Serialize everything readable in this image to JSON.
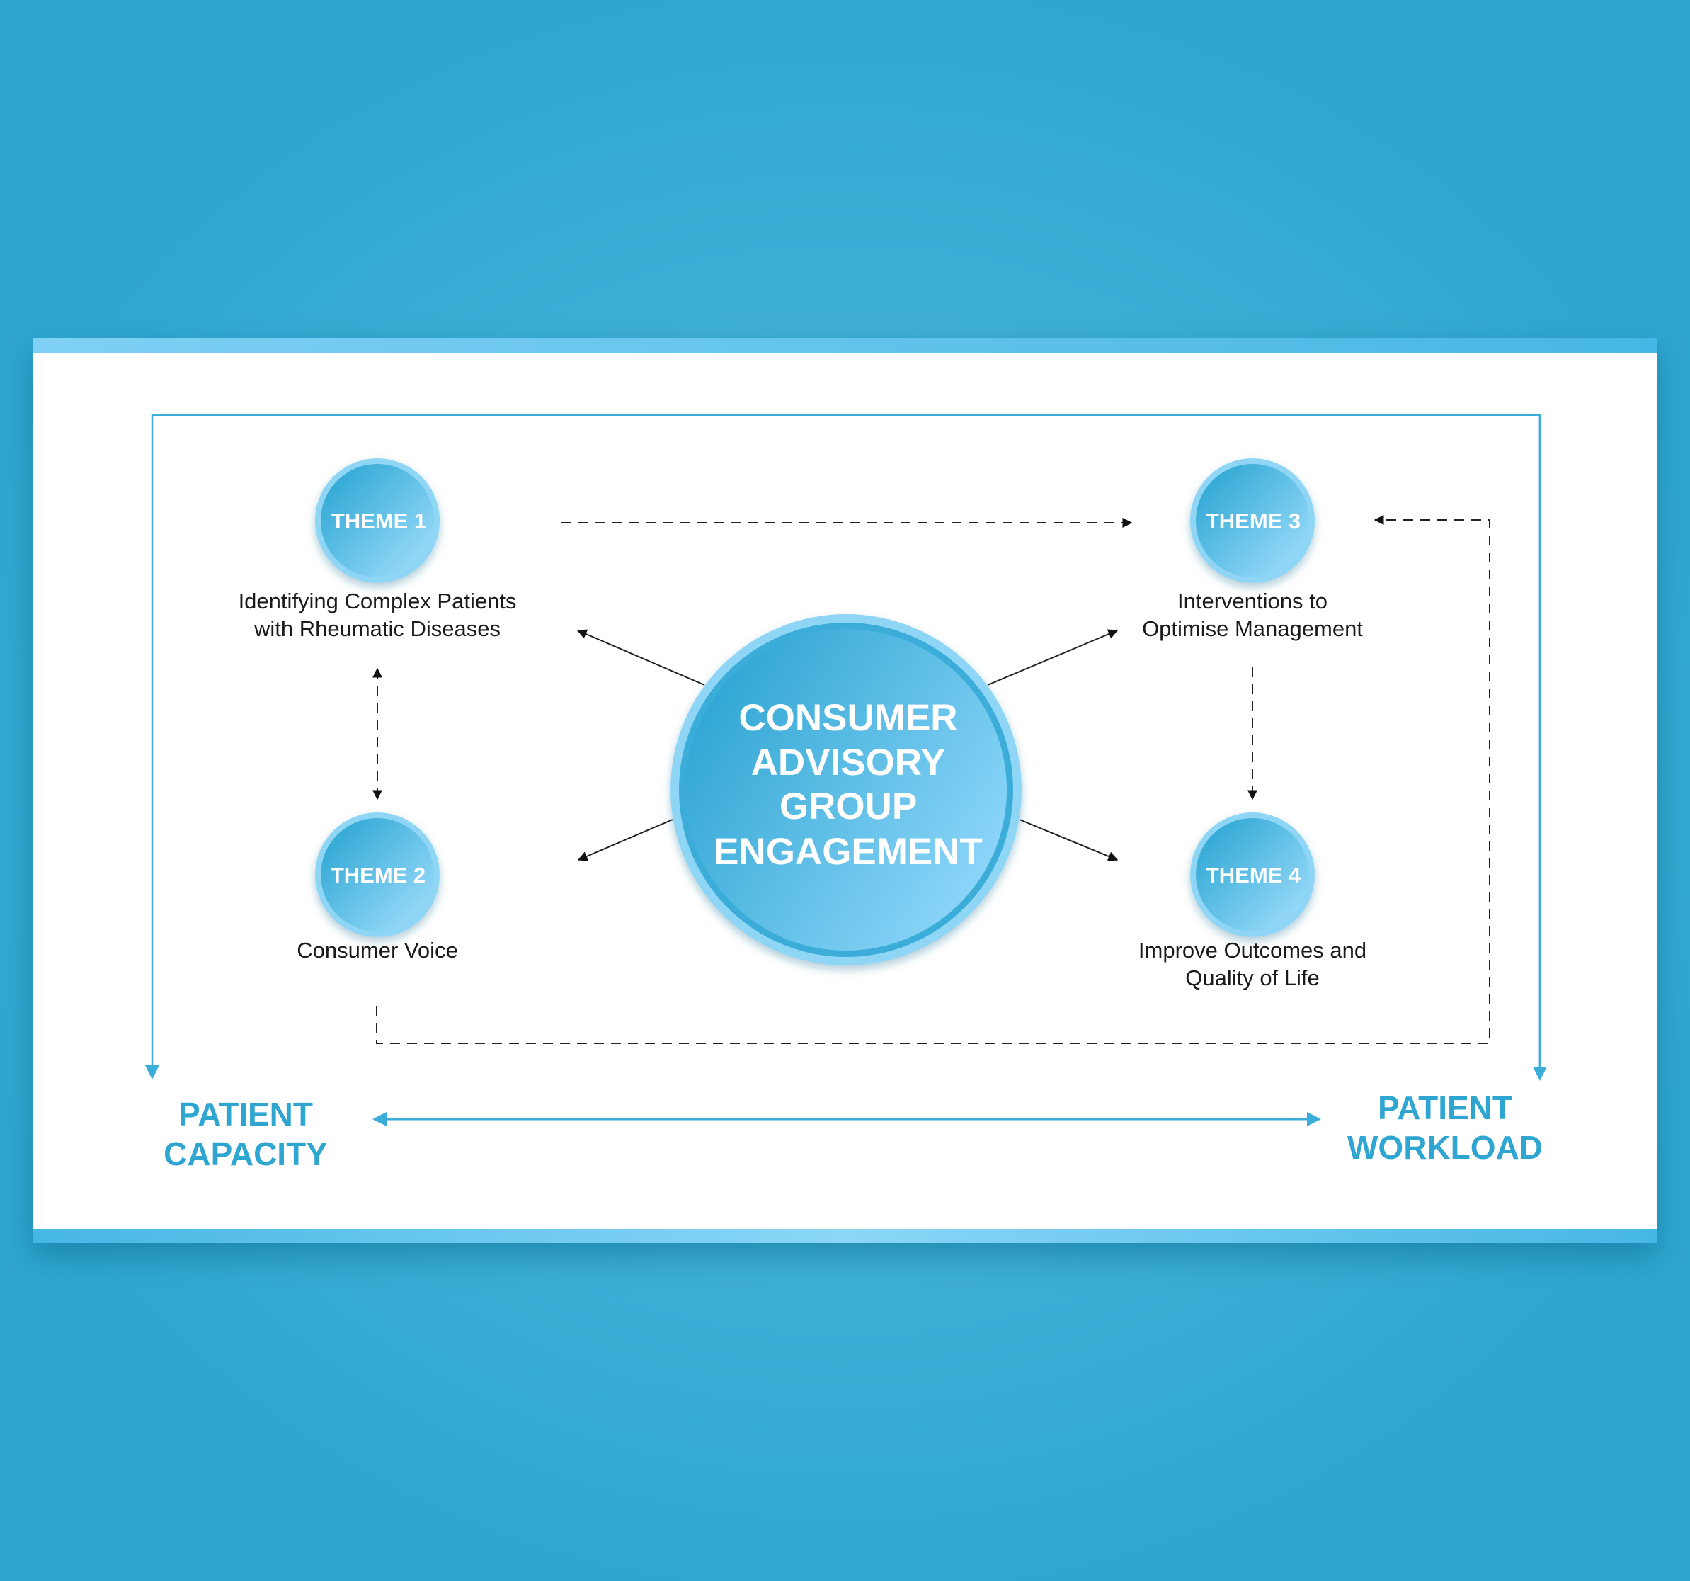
{
  "center": {
    "lines": [
      "CONSUMER",
      "ADVISORY",
      "GROUP",
      "ENGAGEMENT"
    ]
  },
  "themes": [
    {
      "label": "THEME 1",
      "description": [
        "Identifying Complex Patients",
        "with Rheumatic Diseases"
      ]
    },
    {
      "label": "THEME 2",
      "description": [
        "Consumer Voice"
      ]
    },
    {
      "label": "THEME 3",
      "description": [
        "Interventions to",
        "Optimise Management"
      ]
    },
    {
      "label": "THEME 4",
      "description": [
        "Improve Outcomes and",
        "Quality of Life"
      ]
    }
  ],
  "bottom": {
    "left": [
      "PATIENT",
      "CAPACITY"
    ],
    "right": [
      "PATIENT",
      "WORKLOAD"
    ]
  },
  "colors": {
    "accent": "#2fa6d2",
    "light_accent": "#8fd6f8",
    "page_background": "#3fb0d8",
    "card": "#ffffff",
    "text": "#1a1a1a"
  }
}
